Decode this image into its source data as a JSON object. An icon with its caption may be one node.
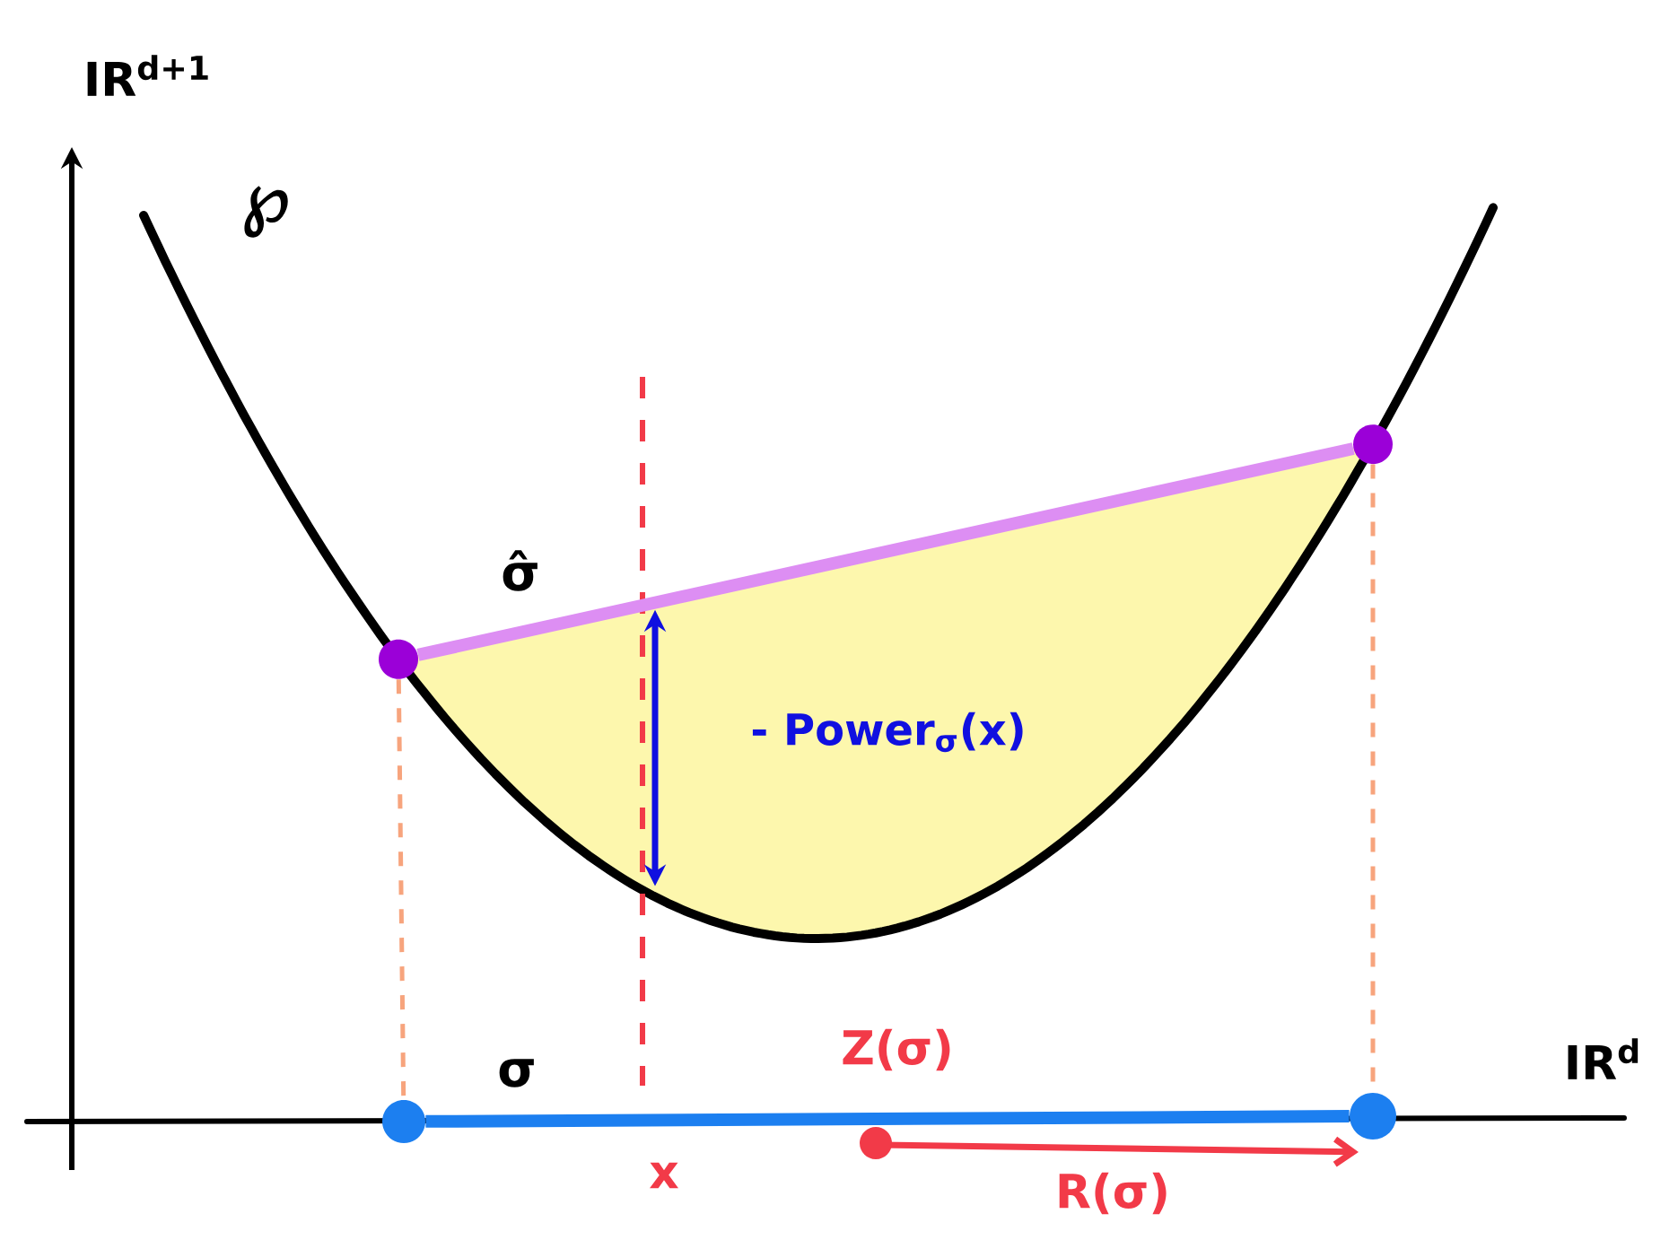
{
  "diagram": {
    "nodes": [
      {
        "text": [],
        "shape": "circle"
      },
      {
        "text": [],
        "shape": "circle"
      },
      {
        "text": [],
        "shape": "circle"
      },
      {
        "text": [],
        "shape": "circle"
      }
    ],
    "edges": [
      {
        "from": 0,
        "to": 1,
        "arrow": "none",
        "style": "thick",
        "color": "#dd8ef3"
      },
      {
        "from": 2,
        "to": 3,
        "arrow": "none",
        "style": "thick",
        "color": "#1c7ff0"
      },
      {
        "from": 0,
        "to": 2,
        "arrow": "none",
        "style": "dashed",
        "color": "#f7a47d"
      },
      {
        "from": 1,
        "to": 3,
        "arrow": "none",
        "style": "dashed",
        "color": "#f7a47d"
      }
    ],
    "labels": [
      "IR$^{d+1}$",
      "℘",
      "σ̂",
      "- Power$_{σ}$(x)",
      "Z(σ)",
      "IR$^{d}$",
      "σ",
      "x",
      "R(σ)"
    ]
  }
}
